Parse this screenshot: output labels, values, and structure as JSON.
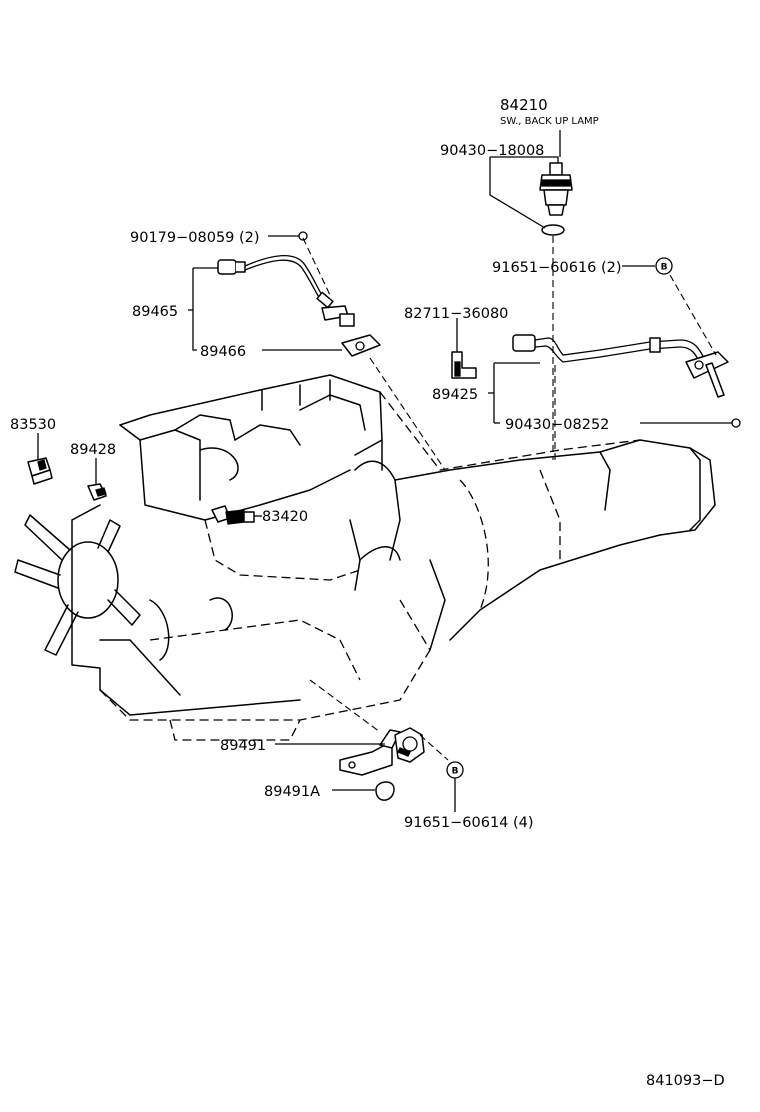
{
  "labels": {
    "p84210": "84210",
    "p84210_name": "SW., BACK UP LAMP",
    "p90430_18008": "90430−18008",
    "p90179_08059": "90179−08059 (2)",
    "p91651_60616": "91651−60616 (2)",
    "p82711_36080": "82711−36080",
    "p89465": "89465",
    "p89466": "89466",
    "p89425": "89425",
    "p90430_08252": "90430−08252",
    "p83530": "83530",
    "p89428": "89428",
    "p83420": "83420",
    "p89491": "89491",
    "p89491A": "89491A",
    "p91651_60614": "91651−60614 (4)",
    "figure_code": "841093−D"
  },
  "badges": {
    "b1": "B",
    "b2": "B"
  }
}
